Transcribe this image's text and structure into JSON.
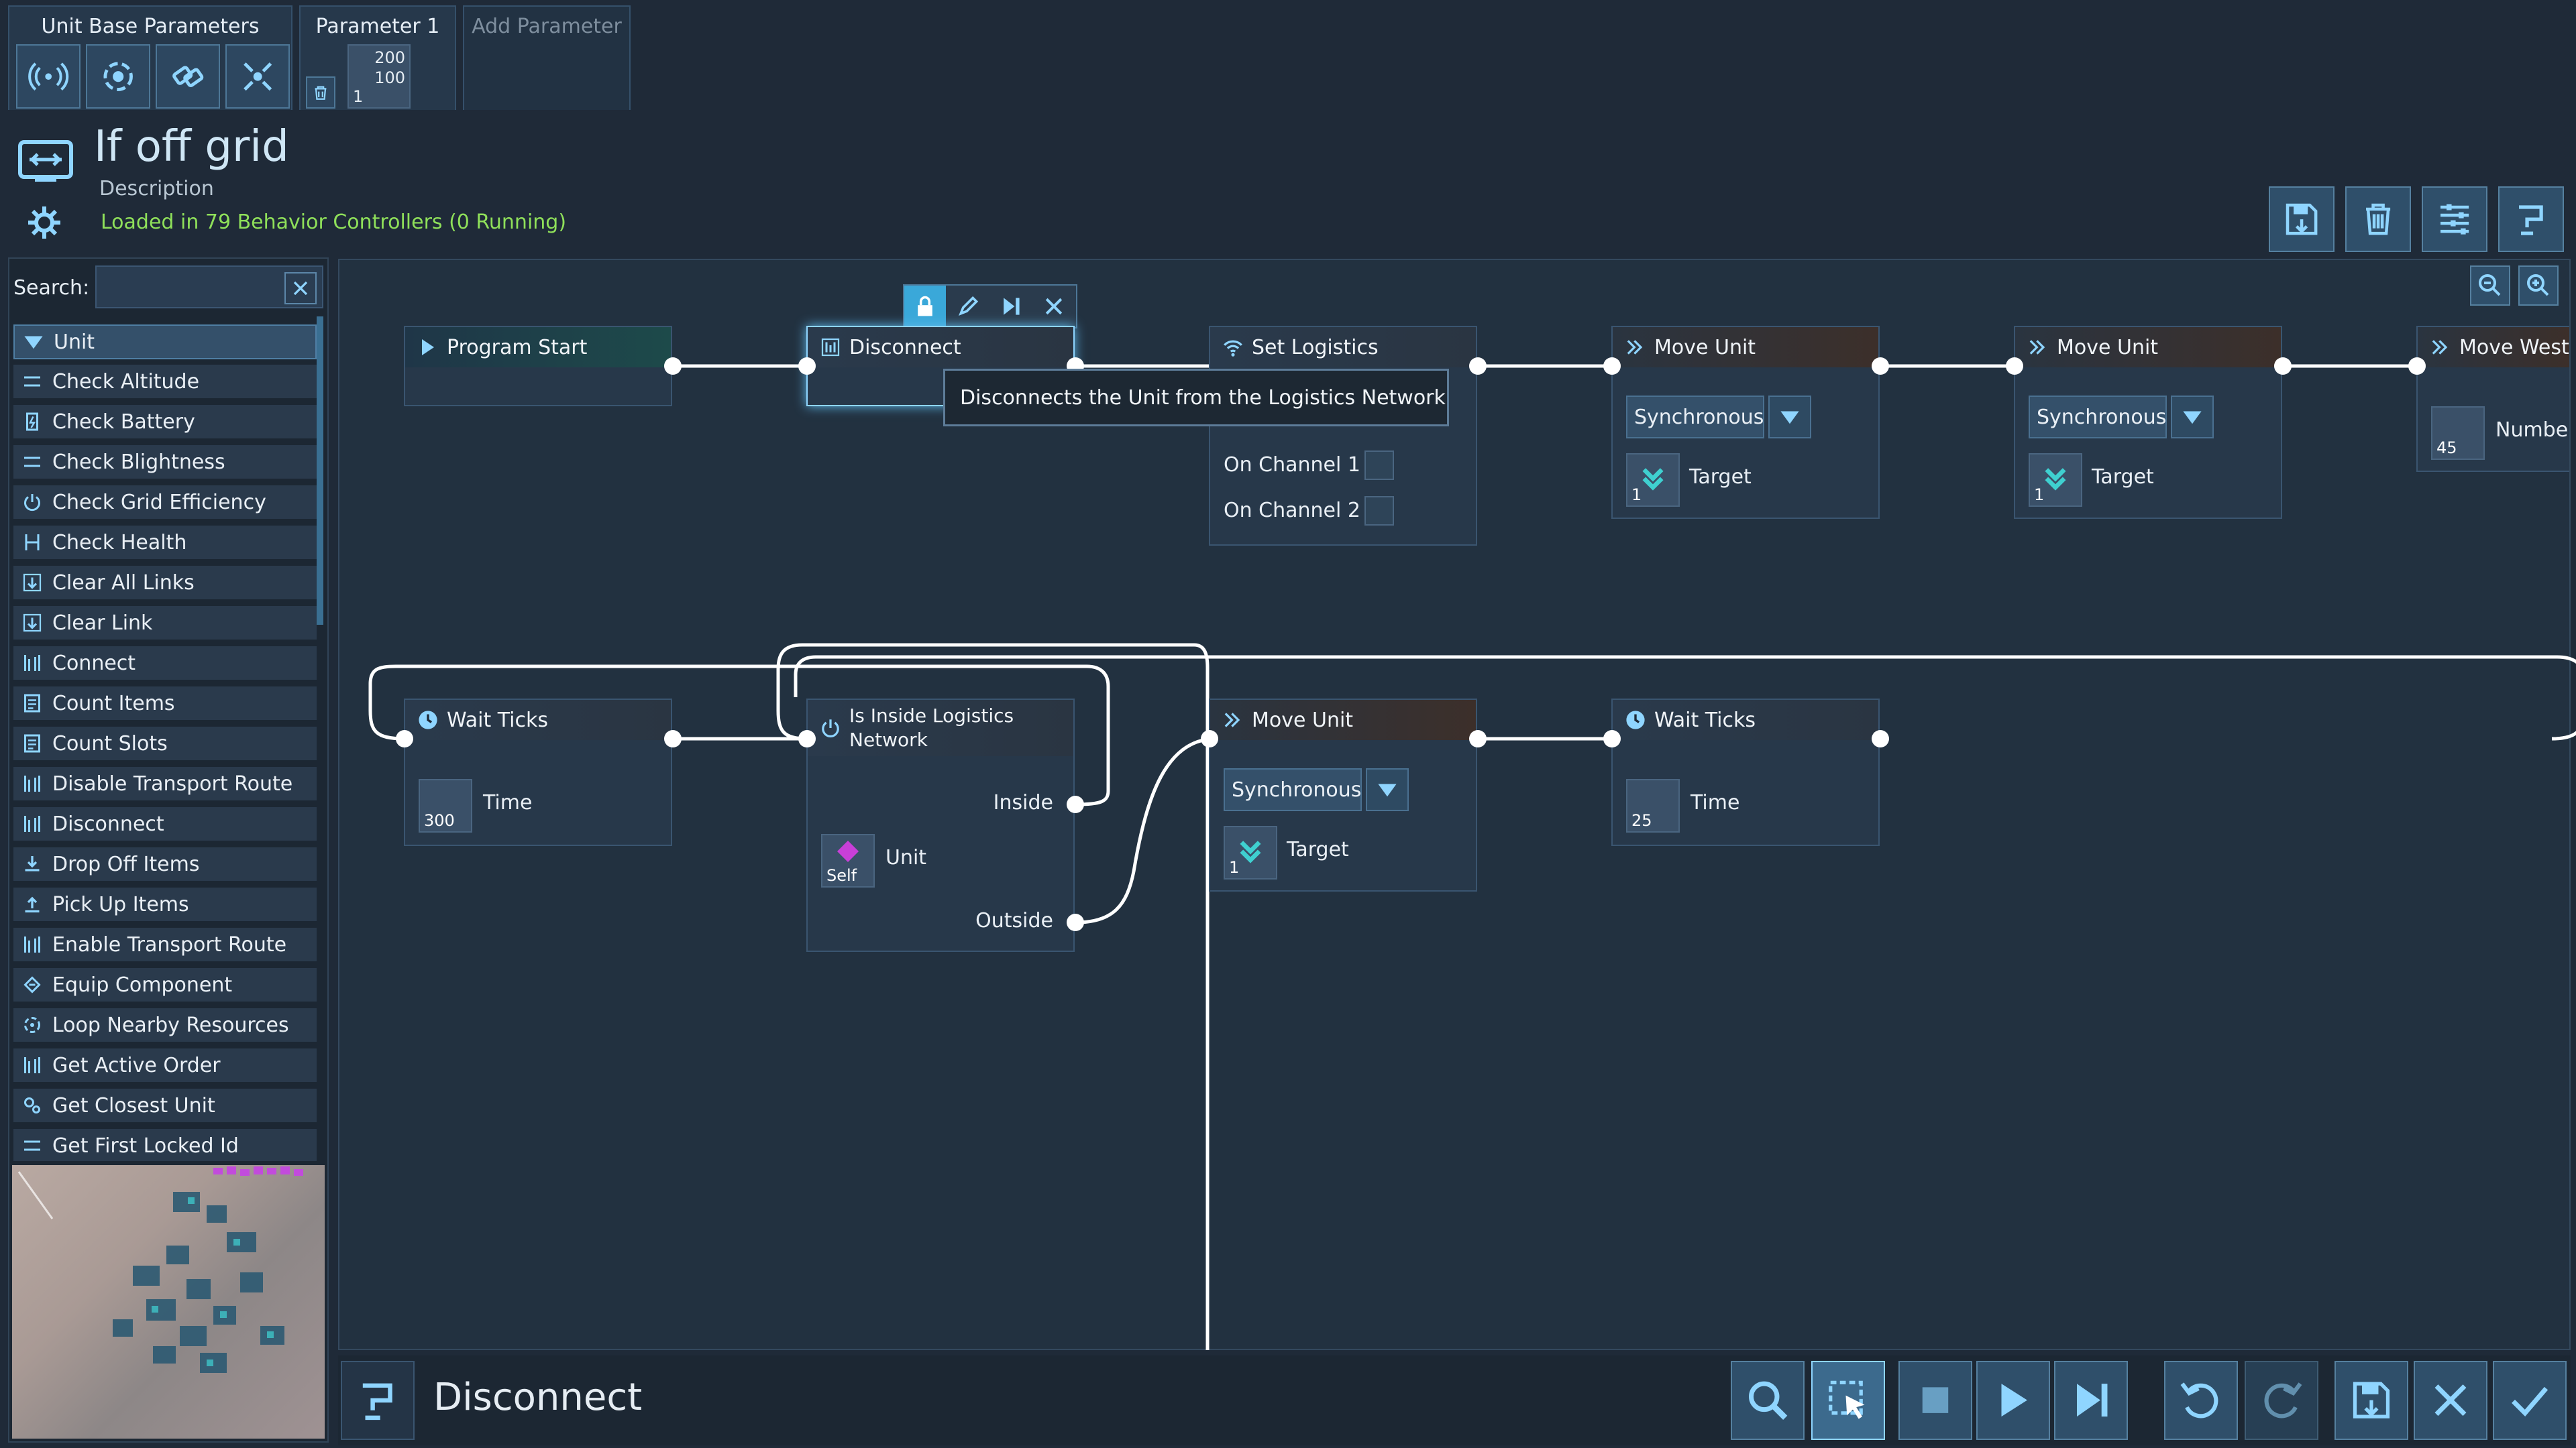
{
  "tabs": {
    "unit_base": "Unit Base Parameters",
    "param1": "Parameter 1",
    "add": "Add Parameter",
    "param_values": {
      "top": "200",
      "mid": "100",
      "bottom": "1"
    }
  },
  "header": {
    "title": "If off grid",
    "description": "Description",
    "loaded": "Loaded in 79 Behavior Controllers (0 Running)"
  },
  "search": {
    "label": "Search:",
    "placeholder": ""
  },
  "sidebar": {
    "items": [
      {
        "label": "Unit",
        "icon": "chevron-down-icon"
      },
      {
        "label": "Check Altitude",
        "icon": "lines-icon"
      },
      {
        "label": "Check Battery",
        "icon": "battery-icon"
      },
      {
        "label": "Check Blightness",
        "icon": "lines-icon"
      },
      {
        "label": "Check Grid Efficiency",
        "icon": "power-icon"
      },
      {
        "label": "Check Health",
        "icon": "health-icon"
      },
      {
        "label": "Clear All Links",
        "icon": "arrow-down-icon"
      },
      {
        "label": "Clear Link",
        "icon": "arrow-down-icon"
      },
      {
        "label": "Connect",
        "icon": "bars-icon"
      },
      {
        "label": "Count Items",
        "icon": "count-icon"
      },
      {
        "label": "Count Slots",
        "icon": "count-icon"
      },
      {
        "label": "Disable Transport Route",
        "icon": "bars-icon"
      },
      {
        "label": "Disconnect",
        "icon": "bars-icon"
      },
      {
        "label": "Drop Off Items",
        "icon": "drop-icon"
      },
      {
        "label": "Pick Up Items",
        "icon": "pickup-icon"
      },
      {
        "label": "Enable Transport Route",
        "icon": "bars-icon"
      },
      {
        "label": "Equip Component",
        "icon": "equip-icon"
      },
      {
        "label": "Loop Nearby Resources",
        "icon": "loop-icon"
      },
      {
        "label": "Get Active Order",
        "icon": "bars-icon"
      },
      {
        "label": "Get Closest Unit",
        "icon": "closest-icon"
      },
      {
        "label": "Get First Locked Id",
        "icon": "lines-icon"
      }
    ]
  },
  "nodes": {
    "program_start": "Program Start",
    "disconnect": "Disconnect",
    "set_logistics": "Set Logistics",
    "move_unit_1": {
      "title": "Move Unit",
      "mode": "Synchronous",
      "target": "Target",
      "target_val": "1"
    },
    "move_unit_2": {
      "title": "Move Unit",
      "mode": "Synchronous",
      "target": "Target",
      "target_val": "1"
    },
    "move_west": {
      "title": "Move West",
      "label": "Numbe",
      "val": "45"
    },
    "on_channel_1": "On Channel 1",
    "on_channel_2": "On Channel 2",
    "wait_ticks_1": {
      "title": "Wait Ticks",
      "label": "Time",
      "val": "300"
    },
    "is_inside": {
      "title_line1": "Is Inside Logistics",
      "title_line2": "Network",
      "inside": "Inside",
      "outside": "Outside",
      "unit": "Unit",
      "unit_val": "Self"
    },
    "move_unit_3": {
      "title": "Move Unit",
      "mode": "Synchronous",
      "target": "Target",
      "target_val": "1"
    },
    "wait_ticks_2": {
      "title": "Wait Ticks",
      "label": "Time",
      "val": "25"
    }
  },
  "tooltip": "Disconnects the Unit from the Logistics Network",
  "bottom": {
    "title": "Disconnect"
  },
  "colors": {
    "accent": "#8fd5ff",
    "loaded_text": "#8fe05a",
    "brown_header": "#3c2f2a"
  }
}
